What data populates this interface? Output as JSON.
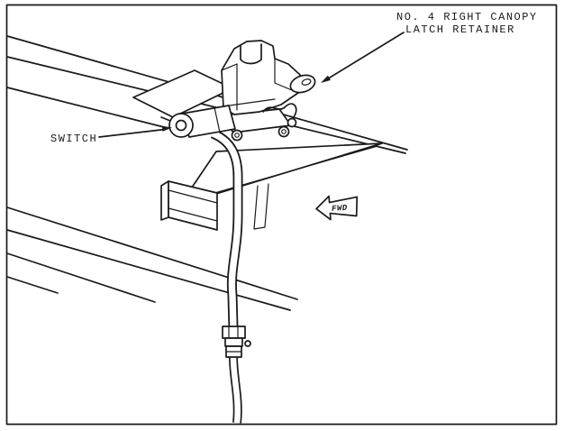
{
  "figure": {
    "type": "technical-illustration",
    "colors": {
      "line": "#1a1a1a",
      "background": "#ffffff"
    },
    "callouts": {
      "retainer": {
        "line1": "NO. 4 RIGHT CANOPY",
        "line2": "LATCH RETAINER"
      },
      "switch": {
        "label": "SWITCH"
      }
    },
    "direction_arrow": {
      "label": "FWD"
    }
  }
}
